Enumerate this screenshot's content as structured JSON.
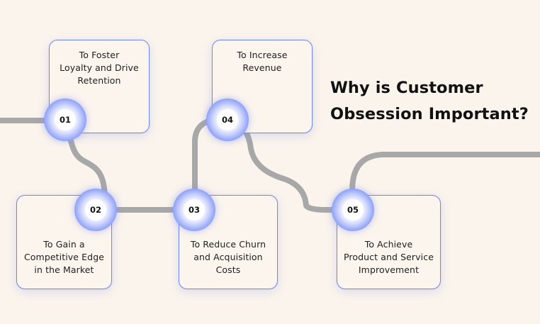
{
  "title": {
    "line1": "Why is Customer",
    "line2": "Obsession Important?"
  },
  "steps": [
    {
      "number": "01",
      "text": "To Foster\nLoyalty and Drive\nRetention"
    },
    {
      "number": "02",
      "text": "To Gain a\nCompetitive Edge\nin the Market"
    },
    {
      "number": "03",
      "text": "To Reduce Churn\nand Acquisition\nCosts"
    },
    {
      "number": "04",
      "text": "To Increase\nRevenue"
    },
    {
      "number": "05",
      "text": "To Achieve\nProduct and Service\nImprovement"
    }
  ],
  "colors": {
    "background": "#fbf4ec",
    "accent": "#6f86f3",
    "path": "#a8a8a8",
    "text": "#111111"
  }
}
